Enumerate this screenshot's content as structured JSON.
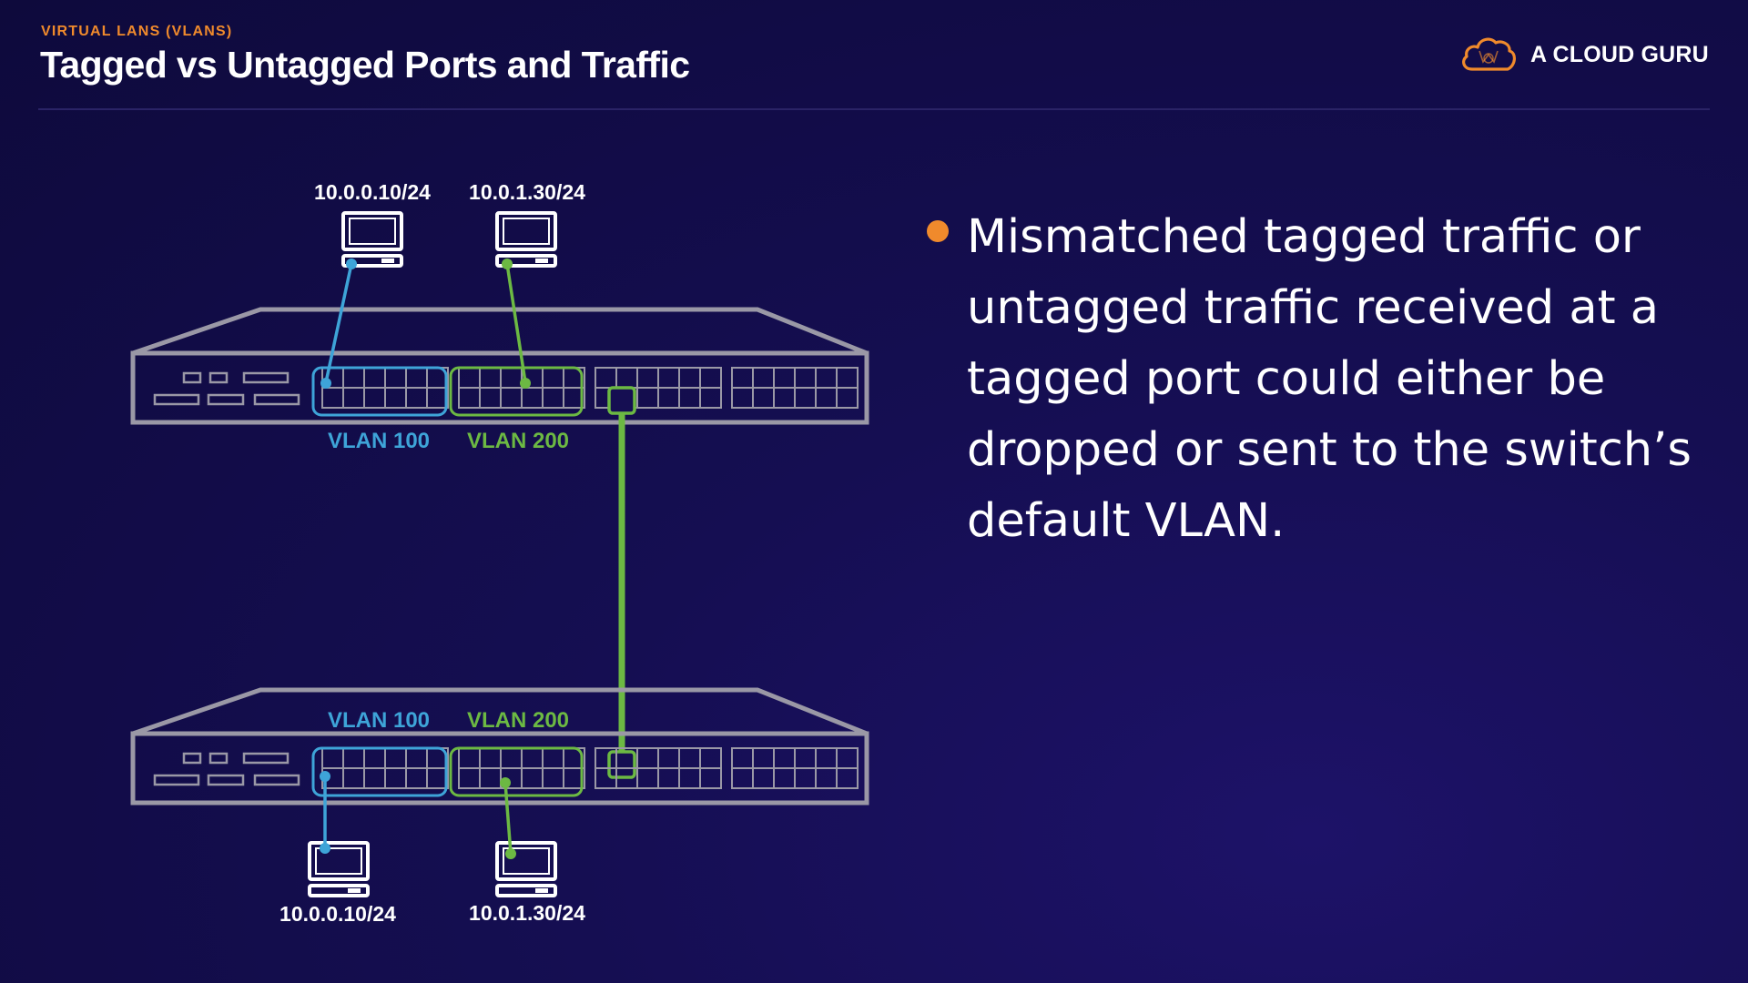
{
  "header": {
    "eyebrow": "VIRTUAL LANS (VLANS)",
    "title": "Tagged vs Untagged Ports and Traffic",
    "brand_name": "A CLOUD GURU",
    "brand_logo_icon": "cloud-logo-icon"
  },
  "colors": {
    "background": "#150e52",
    "accent_orange": "#f08a2c",
    "vlan100_blue": "#3ea4d8",
    "vlan200_green": "#6cb943",
    "switch_gray": "#9a98a6"
  },
  "diagram": {
    "top_hosts": [
      {
        "ip": "10.0.0.10/24",
        "vlan": "VLAN 100",
        "icon": "computer-icon"
      },
      {
        "ip": "10.0.1.30/24",
        "vlan": "VLAN 200",
        "icon": "computer-icon"
      }
    ],
    "bottom_hosts": [
      {
        "ip": "10.0.0.10/24",
        "vlan": "VLAN 100",
        "icon": "computer-icon"
      },
      {
        "ip": "10.0.1.30/24",
        "vlan": "VLAN 200",
        "icon": "computer-icon"
      }
    ],
    "top_switch": {
      "vlan_labels": [
        "VLAN 100",
        "VLAN 200"
      ]
    },
    "bottom_switch": {
      "vlan_labels": [
        "VLAN 100",
        "VLAN 200"
      ]
    }
  },
  "content": {
    "bullets": [
      "Mismatched tagged traffic or untagged traffic received at a tagged port could either be dropped or sent to the switch’s default VLAN."
    ]
  }
}
